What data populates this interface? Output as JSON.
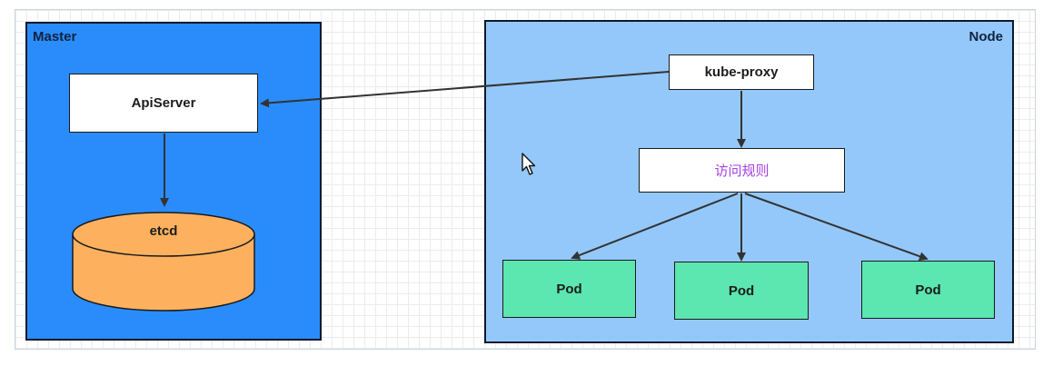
{
  "master": {
    "label": "Master",
    "color": "#2a8cfa"
  },
  "node": {
    "label": "Node",
    "color": "#94c8fb"
  },
  "apiserver": {
    "label": "ApiServer"
  },
  "etcd": {
    "label": "etcd",
    "color": "#fdb15f"
  },
  "kube_proxy": {
    "label": "kube-proxy"
  },
  "rules": {
    "label": "访问规则",
    "color": "#a341e3"
  },
  "pods": [
    {
      "label": "Pod"
    },
    {
      "label": "Pod"
    },
    {
      "label": "Pod"
    }
  ],
  "pod_color": "#5ce6b0",
  "icons": {
    "cursor": "mouse-pointer-icon"
  }
}
